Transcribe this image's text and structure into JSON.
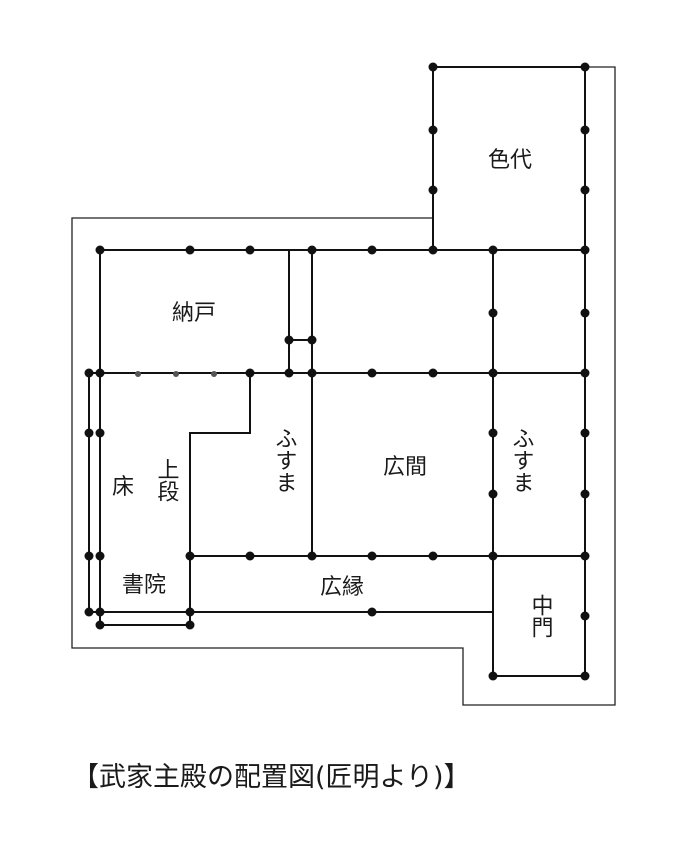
{
  "labels": {
    "irodai": "色代",
    "nando": "納戸",
    "hiroma": "広間",
    "fusuma_left": "ふすま",
    "fusuma_right": "ふすま",
    "toko": "床",
    "jodan": "上段",
    "shoin": "書院",
    "hiroen": "広縁",
    "chumon": "中門"
  },
  "caption": "【武家主殿の配置図(匠明より)】",
  "colors": {
    "line": "#111111",
    "background": "#ffffff"
  }
}
